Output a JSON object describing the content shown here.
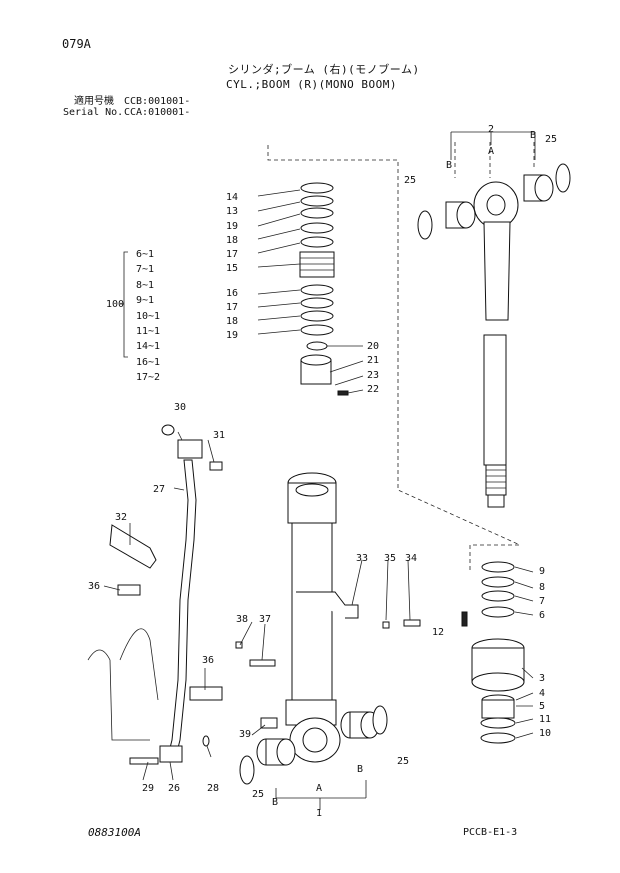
{
  "page_id": "079A",
  "title_jp": "シリンダ;ブーム (右)(モノブーム)",
  "title_en": "CYL.;BOOM (R)(MONO BOOM)",
  "serial_label_jp": "適用号機",
  "serial_value_1": "CCB:001001-",
  "serial_label_en": "Serial No.",
  "serial_value_2": "CCA:010001-",
  "kit_label": "100",
  "kit_items": [
    "6~1",
    "7~1",
    "8~1",
    "9~1",
    "10~1",
    "11~1",
    "14~1",
    "16~1",
    "17~2"
  ],
  "drawing_no": "0883100A",
  "page_ref": "PCCB-E1-3",
  "callouts": {
    "c14": "14",
    "c13": "13",
    "c19a": "19",
    "c18a": "18",
    "c17a": "17",
    "c15": "15",
    "c16": "16",
    "c17b": "17",
    "c18b": "18",
    "c19b": "19",
    "c20": "20",
    "c21": "21",
    "c23": "23",
    "c22": "22",
    "c2": "2",
    "cB1": "B",
    "cA1": "A",
    "cB2": "B",
    "c25a": "25",
    "c25b": "25",
    "c30": "30",
    "c31": "31",
    "c27": "27",
    "c32": "32",
    "c36a": "36",
    "c36b": "36",
    "c33": "33",
    "c35": "35",
    "c34": "34",
    "c38": "38",
    "c37": "37",
    "c12": "12",
    "c9": "9",
    "c8": "8",
    "c7": "7",
    "c6": "6",
    "c3": "3",
    "c4": "4",
    "c5": "5",
    "c11": "11",
    "c10": "10",
    "c39": "39",
    "c29": "29",
    "c26": "26",
    "c28": "28",
    "c25c": "25",
    "c25d": "25",
    "cB3": "B",
    "cA2": "A",
    "cB4": "B",
    "c1": "1"
  }
}
